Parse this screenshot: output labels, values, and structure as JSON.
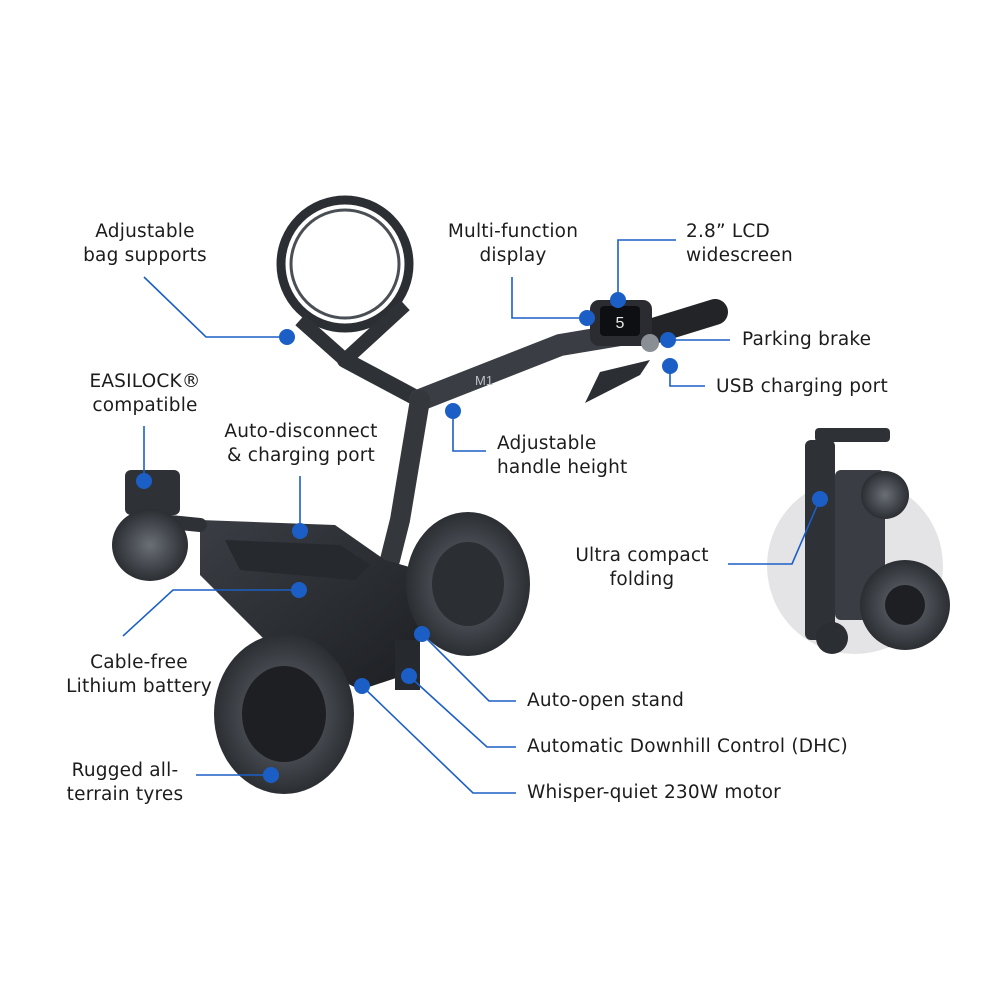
{
  "colors": {
    "accent": "#1b5fc6",
    "text": "#1c1c1c",
    "body": "#2b2e33",
    "tyre": "#3b3f45",
    "hub": "#5c6168",
    "halo": "#e4e4e6"
  },
  "product": {
    "badge": "M1",
    "display_digit": "5"
  },
  "callouts": [
    {
      "id": "bag-supports",
      "lines": [
        "Adjustable",
        "bag supports"
      ]
    },
    {
      "id": "multi-function-display",
      "lines": [
        "Multi-function",
        "display"
      ]
    },
    {
      "id": "lcd-widescreen",
      "lines": [
        "2.8” LCD",
        "widescreen"
      ]
    },
    {
      "id": "parking-brake",
      "lines": [
        "Parking brake"
      ]
    },
    {
      "id": "usb-port",
      "lines": [
        "USB charging port"
      ]
    },
    {
      "id": "easilock",
      "lines": [
        "EASILOCK®",
        "compatible"
      ]
    },
    {
      "id": "auto-disconnect",
      "lines": [
        "Auto-disconnect",
        "& charging port"
      ]
    },
    {
      "id": "handle-height",
      "lines": [
        "Adjustable",
        "handle height"
      ]
    },
    {
      "id": "compact-folding",
      "lines": [
        "Ultra compact",
        "folding"
      ]
    },
    {
      "id": "battery",
      "lines": [
        "Cable-free",
        "Lithium battery"
      ]
    },
    {
      "id": "auto-open-stand",
      "lines": [
        "Auto-open stand"
      ]
    },
    {
      "id": "dhc",
      "lines": [
        "Automatic Downhill Control (DHC)"
      ]
    },
    {
      "id": "tyres",
      "lines": [
        "Rugged all-",
        "terrain tyres"
      ]
    },
    {
      "id": "motor",
      "lines": [
        "Whisper-quiet 230W motor"
      ]
    }
  ]
}
